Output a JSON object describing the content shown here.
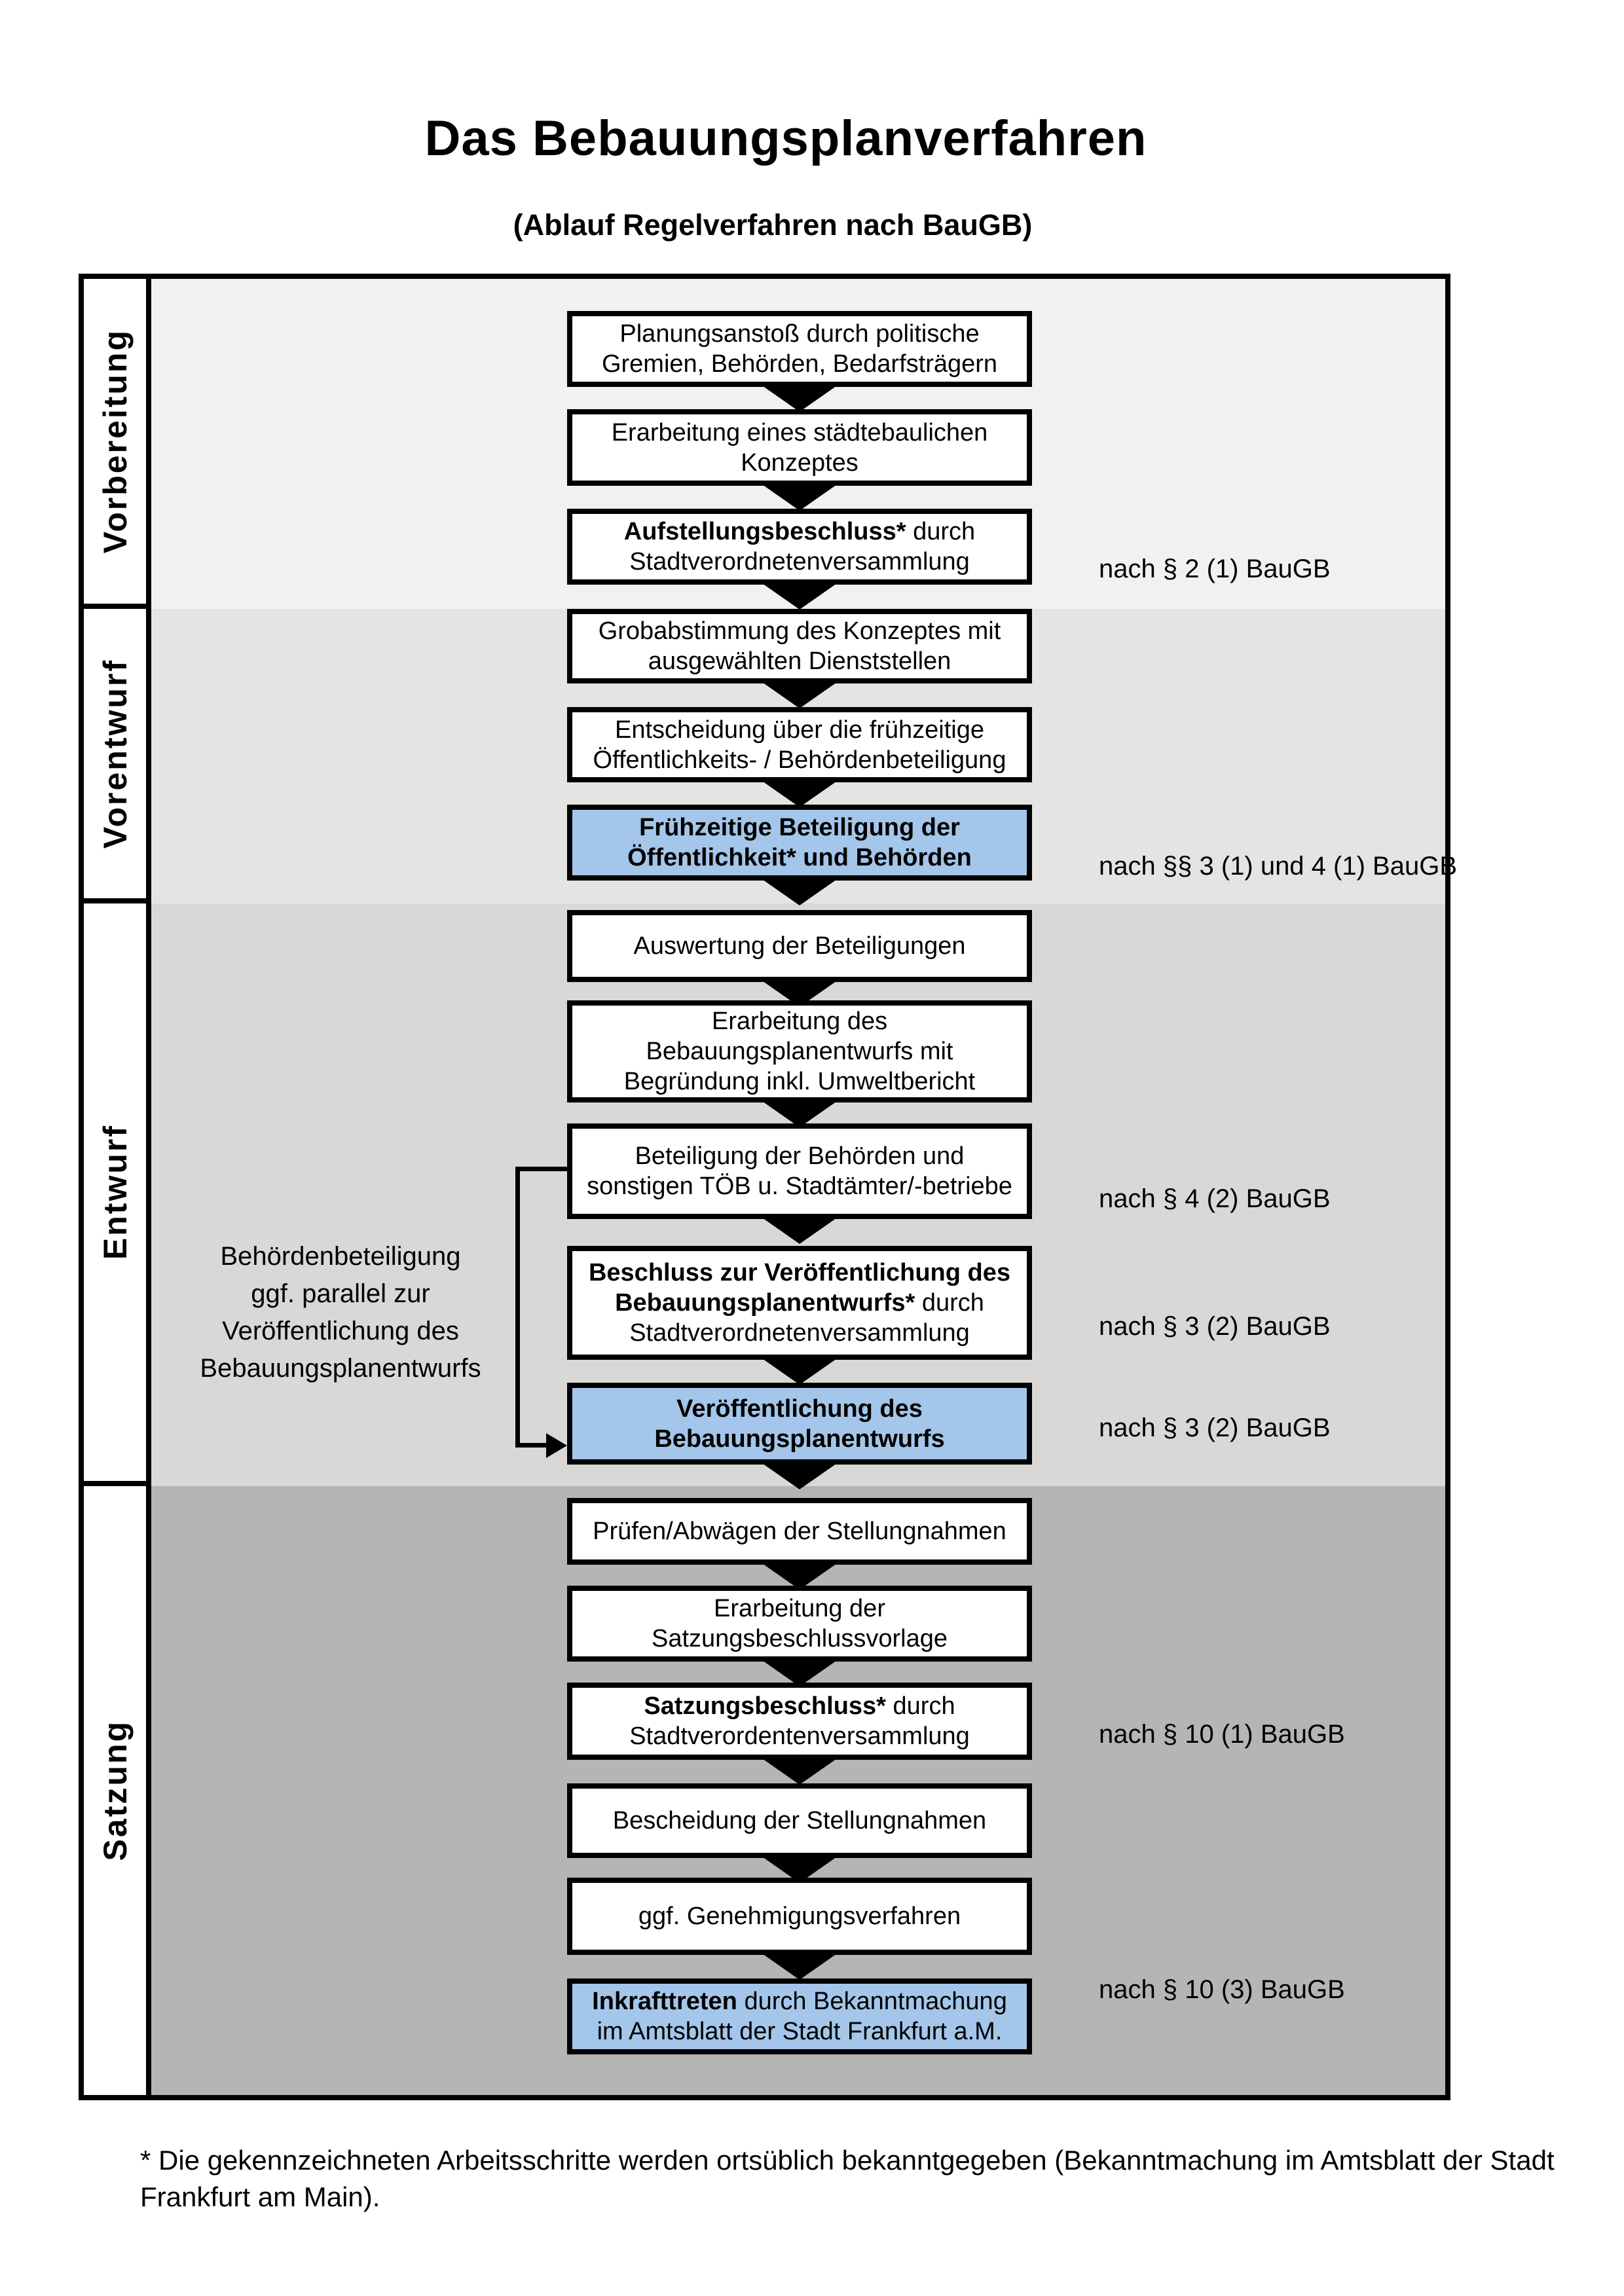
{
  "title": "Das Bebauungsplanverfahren",
  "subtitle": "(Ablauf Regelverfahren nach BauGB)",
  "colors": {
    "section_vorbereitung": "#f1f1f0",
    "section_vorentwurf": "#e4e4e3",
    "section_entwurf": "#d8d8d7",
    "section_satzung": "#b5b5b4",
    "highlight_blue": "#a4c6ea",
    "box_border": "#000000"
  },
  "flow": {
    "sections": [
      {
        "label": "Vorbereitung"
      },
      {
        "label": "Vorentwurf"
      },
      {
        "label": "Entwurf"
      },
      {
        "label": "Satzung"
      }
    ],
    "steps": [
      {
        "id": "planungsanstoss",
        "highlight": false,
        "ref": null,
        "lines": [
          [
            {
              "text": "Planungsanstoß durch politische",
              "bold": false
            }
          ],
          [
            {
              "text": "Gremien, Behörden, Bedarfsträgern",
              "bold": false
            }
          ]
        ]
      },
      {
        "id": "staedtebauliches-konzept",
        "highlight": false,
        "ref": null,
        "lines": [
          [
            {
              "text": "Erarbeitung eines städtebaulichen",
              "bold": false
            }
          ],
          [
            {
              "text": "Konzeptes",
              "bold": false
            }
          ]
        ]
      },
      {
        "id": "aufstellungsbeschluss",
        "highlight": false,
        "ref": "nach § 2 (1) BauGB",
        "lines": [
          [
            {
              "text": "Aufstellungsbeschluss*",
              "bold": true
            },
            {
              "text": " durch",
              "bold": false
            }
          ],
          [
            {
              "text": "Stadtverordnetenversammlung",
              "bold": false
            }
          ]
        ]
      },
      {
        "id": "grobabstimmung",
        "highlight": false,
        "ref": null,
        "lines": [
          [
            {
              "text": "Grobabstimmung des Konzeptes mit",
              "bold": false
            }
          ],
          [
            {
              "text": "ausgewählten Dienststellen",
              "bold": false
            }
          ]
        ]
      },
      {
        "id": "entscheidung-fruehzeitige-beteiligung",
        "highlight": false,
        "ref": null,
        "lines": [
          [
            {
              "text": "Entscheidung über die frühzeitige",
              "bold": false
            }
          ],
          [
            {
              "text": "Öffentlichkeits- / Behördenbeteiligung",
              "bold": false
            }
          ]
        ]
      },
      {
        "id": "fruehzeitige-beteiligung",
        "highlight": true,
        "ref": "nach §§ 3 (1) und 4 (1) BauGB",
        "lines": [
          [
            {
              "text": "Frühzeitige Beteiligung der",
              "bold": true
            }
          ],
          [
            {
              "text": "Öffentlichkeit* und Behörden",
              "bold": true
            }
          ]
        ]
      },
      {
        "id": "auswertung-beteiligungen",
        "highlight": false,
        "ref": null,
        "lines": [
          [
            {
              "text": "Auswertung der Beteiligungen",
              "bold": false
            }
          ]
        ]
      },
      {
        "id": "erarbeitung-bebauungsplanentwurf",
        "highlight": false,
        "ref": null,
        "lines": [
          [
            {
              "text": "Erarbeitung des",
              "bold": false
            }
          ],
          [
            {
              "text": "Bebauungsplanentwurfs mit",
              "bold": false
            }
          ],
          [
            {
              "text": "Begründung inkl. Umweltbericht",
              "bold": false
            }
          ]
        ]
      },
      {
        "id": "beteiligung-behoerden-toeb",
        "highlight": false,
        "ref": "nach § 4 (2) BauGB",
        "lines": [
          [
            {
              "text": "Beteiligung der Behörden und",
              "bold": false
            }
          ],
          [
            {
              "text": "sonstigen TÖB u. Stadtämter/-betriebe",
              "bold": false
            }
          ]
        ]
      },
      {
        "id": "beschluss-veroeffentlichung",
        "highlight": false,
        "ref": "nach § 3 (2) BauGB",
        "lines": [
          [
            {
              "text": "Beschluss zur Veröffentlichung des",
              "bold": true
            }
          ],
          [
            {
              "text": "Bebauungsplanentwurfs*",
              "bold": true
            },
            {
              "text": " durch",
              "bold": false
            }
          ],
          [
            {
              "text": "Stadtverordnetenversammlung",
              "bold": false
            }
          ]
        ]
      },
      {
        "id": "veroeffentlichung-entwurf",
        "highlight": true,
        "ref": "nach § 3 (2) BauGB",
        "lines": [
          [
            {
              "text": "Veröffentlichung des",
              "bold": true
            }
          ],
          [
            {
              "text": "Bebauungsplanentwurfs",
              "bold": true
            }
          ]
        ]
      },
      {
        "id": "pruefen-abwaegen-stellungnahmen",
        "highlight": false,
        "ref": null,
        "lines": [
          [
            {
              "text": "Prüfen/Abwägen der Stellungnahmen",
              "bold": false
            }
          ]
        ]
      },
      {
        "id": "satzungsbeschlussvorlage",
        "highlight": false,
        "ref": null,
        "lines": [
          [
            {
              "text": "Erarbeitung der",
              "bold": false
            }
          ],
          [
            {
              "text": "Satzungsbeschlussvorlage",
              "bold": false
            }
          ]
        ]
      },
      {
        "id": "satzungsbeschluss",
        "highlight": false,
        "ref": "nach § 10 (1) BauGB",
        "lines": [
          [
            {
              "text": "Satzungsbeschluss*",
              "bold": true
            },
            {
              "text": " durch",
              "bold": false
            }
          ],
          [
            {
              "text": "Stadtverordentenversammlung",
              "bold": false
            }
          ]
        ]
      },
      {
        "id": "bescheidung-stellungnahmen",
        "highlight": false,
        "ref": null,
        "lines": [
          [
            {
              "text": "Bescheidung der Stellungnahmen",
              "bold": false
            }
          ]
        ]
      },
      {
        "id": "genehmigungsverfahren",
        "highlight": false,
        "ref": null,
        "lines": [
          [
            {
              "text": "ggf. Genehmigungsverfahren",
              "bold": false
            }
          ]
        ]
      },
      {
        "id": "inkrafttreten",
        "highlight": true,
        "ref": "nach § 10 (3) BauGB",
        "lines": [
          [
            {
              "text": "Inkrafttreten",
              "bold": true
            },
            {
              "text": " durch Bekanntmachung",
              "bold": false
            }
          ],
          [
            {
              "text": "im Amtsblatt der Stadt Frankfurt a.M.",
              "bold": false
            }
          ]
        ]
      }
    ],
    "side_note_lines": [
      "Behördenbeteiligung",
      "ggf. parallel zur",
      "Veröffentlichung des",
      "Bebauungsplanentwurfs"
    ]
  },
  "footnote_lines": [
    "* Die gekennzeichneten Arbeitsschritte werden ortsüblich bekanntgegeben (Bekanntmachung im Amtsblatt  der Stadt",
    "Frankfurt am Main)."
  ]
}
